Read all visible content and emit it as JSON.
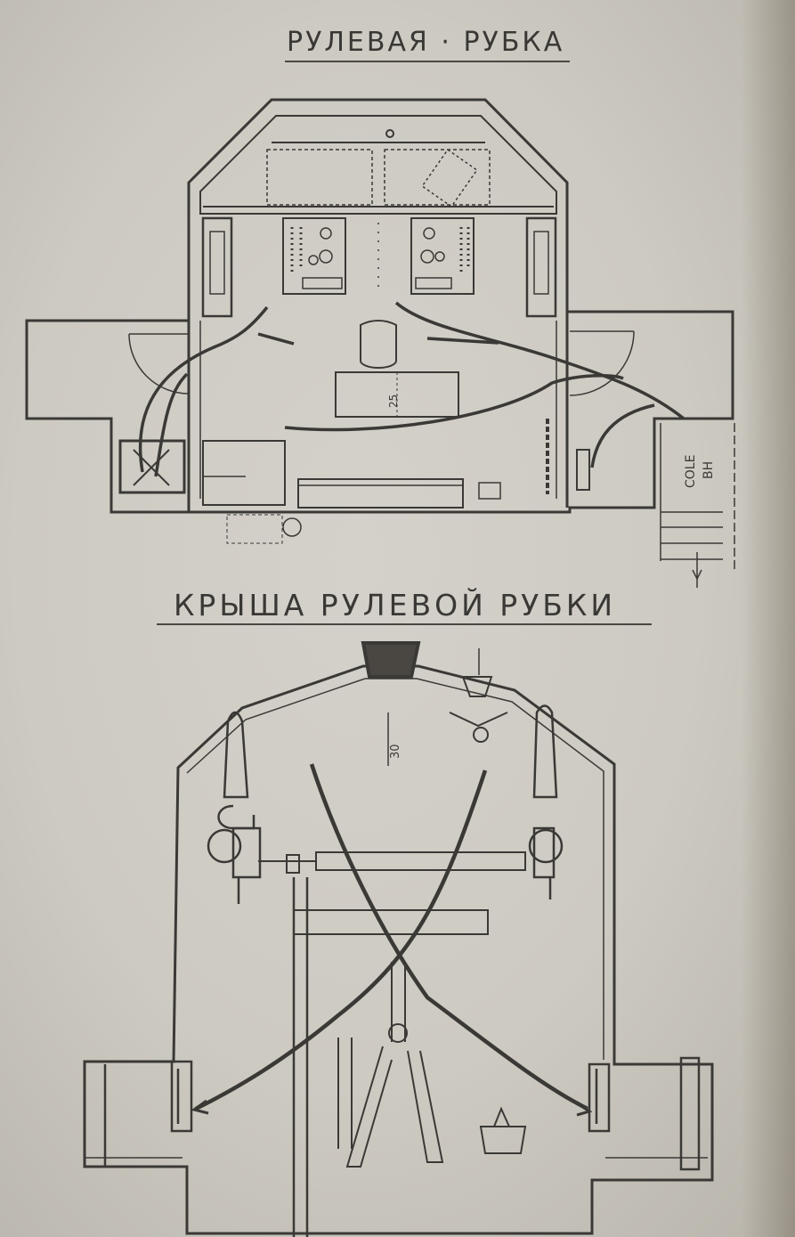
{
  "titles": {
    "top": "РУЛЕВАЯ · РУБКА",
    "bottom": "КРЫША   РУЛЕВОЙ   РУБКИ"
  },
  "labels": {
    "dim_25": "25",
    "dim_30": "30",
    "stair_label": "COLE",
    "stair_sub": "BH"
  },
  "colors": {
    "paper": "#cdcac2",
    "ink": "#3b3936"
  }
}
